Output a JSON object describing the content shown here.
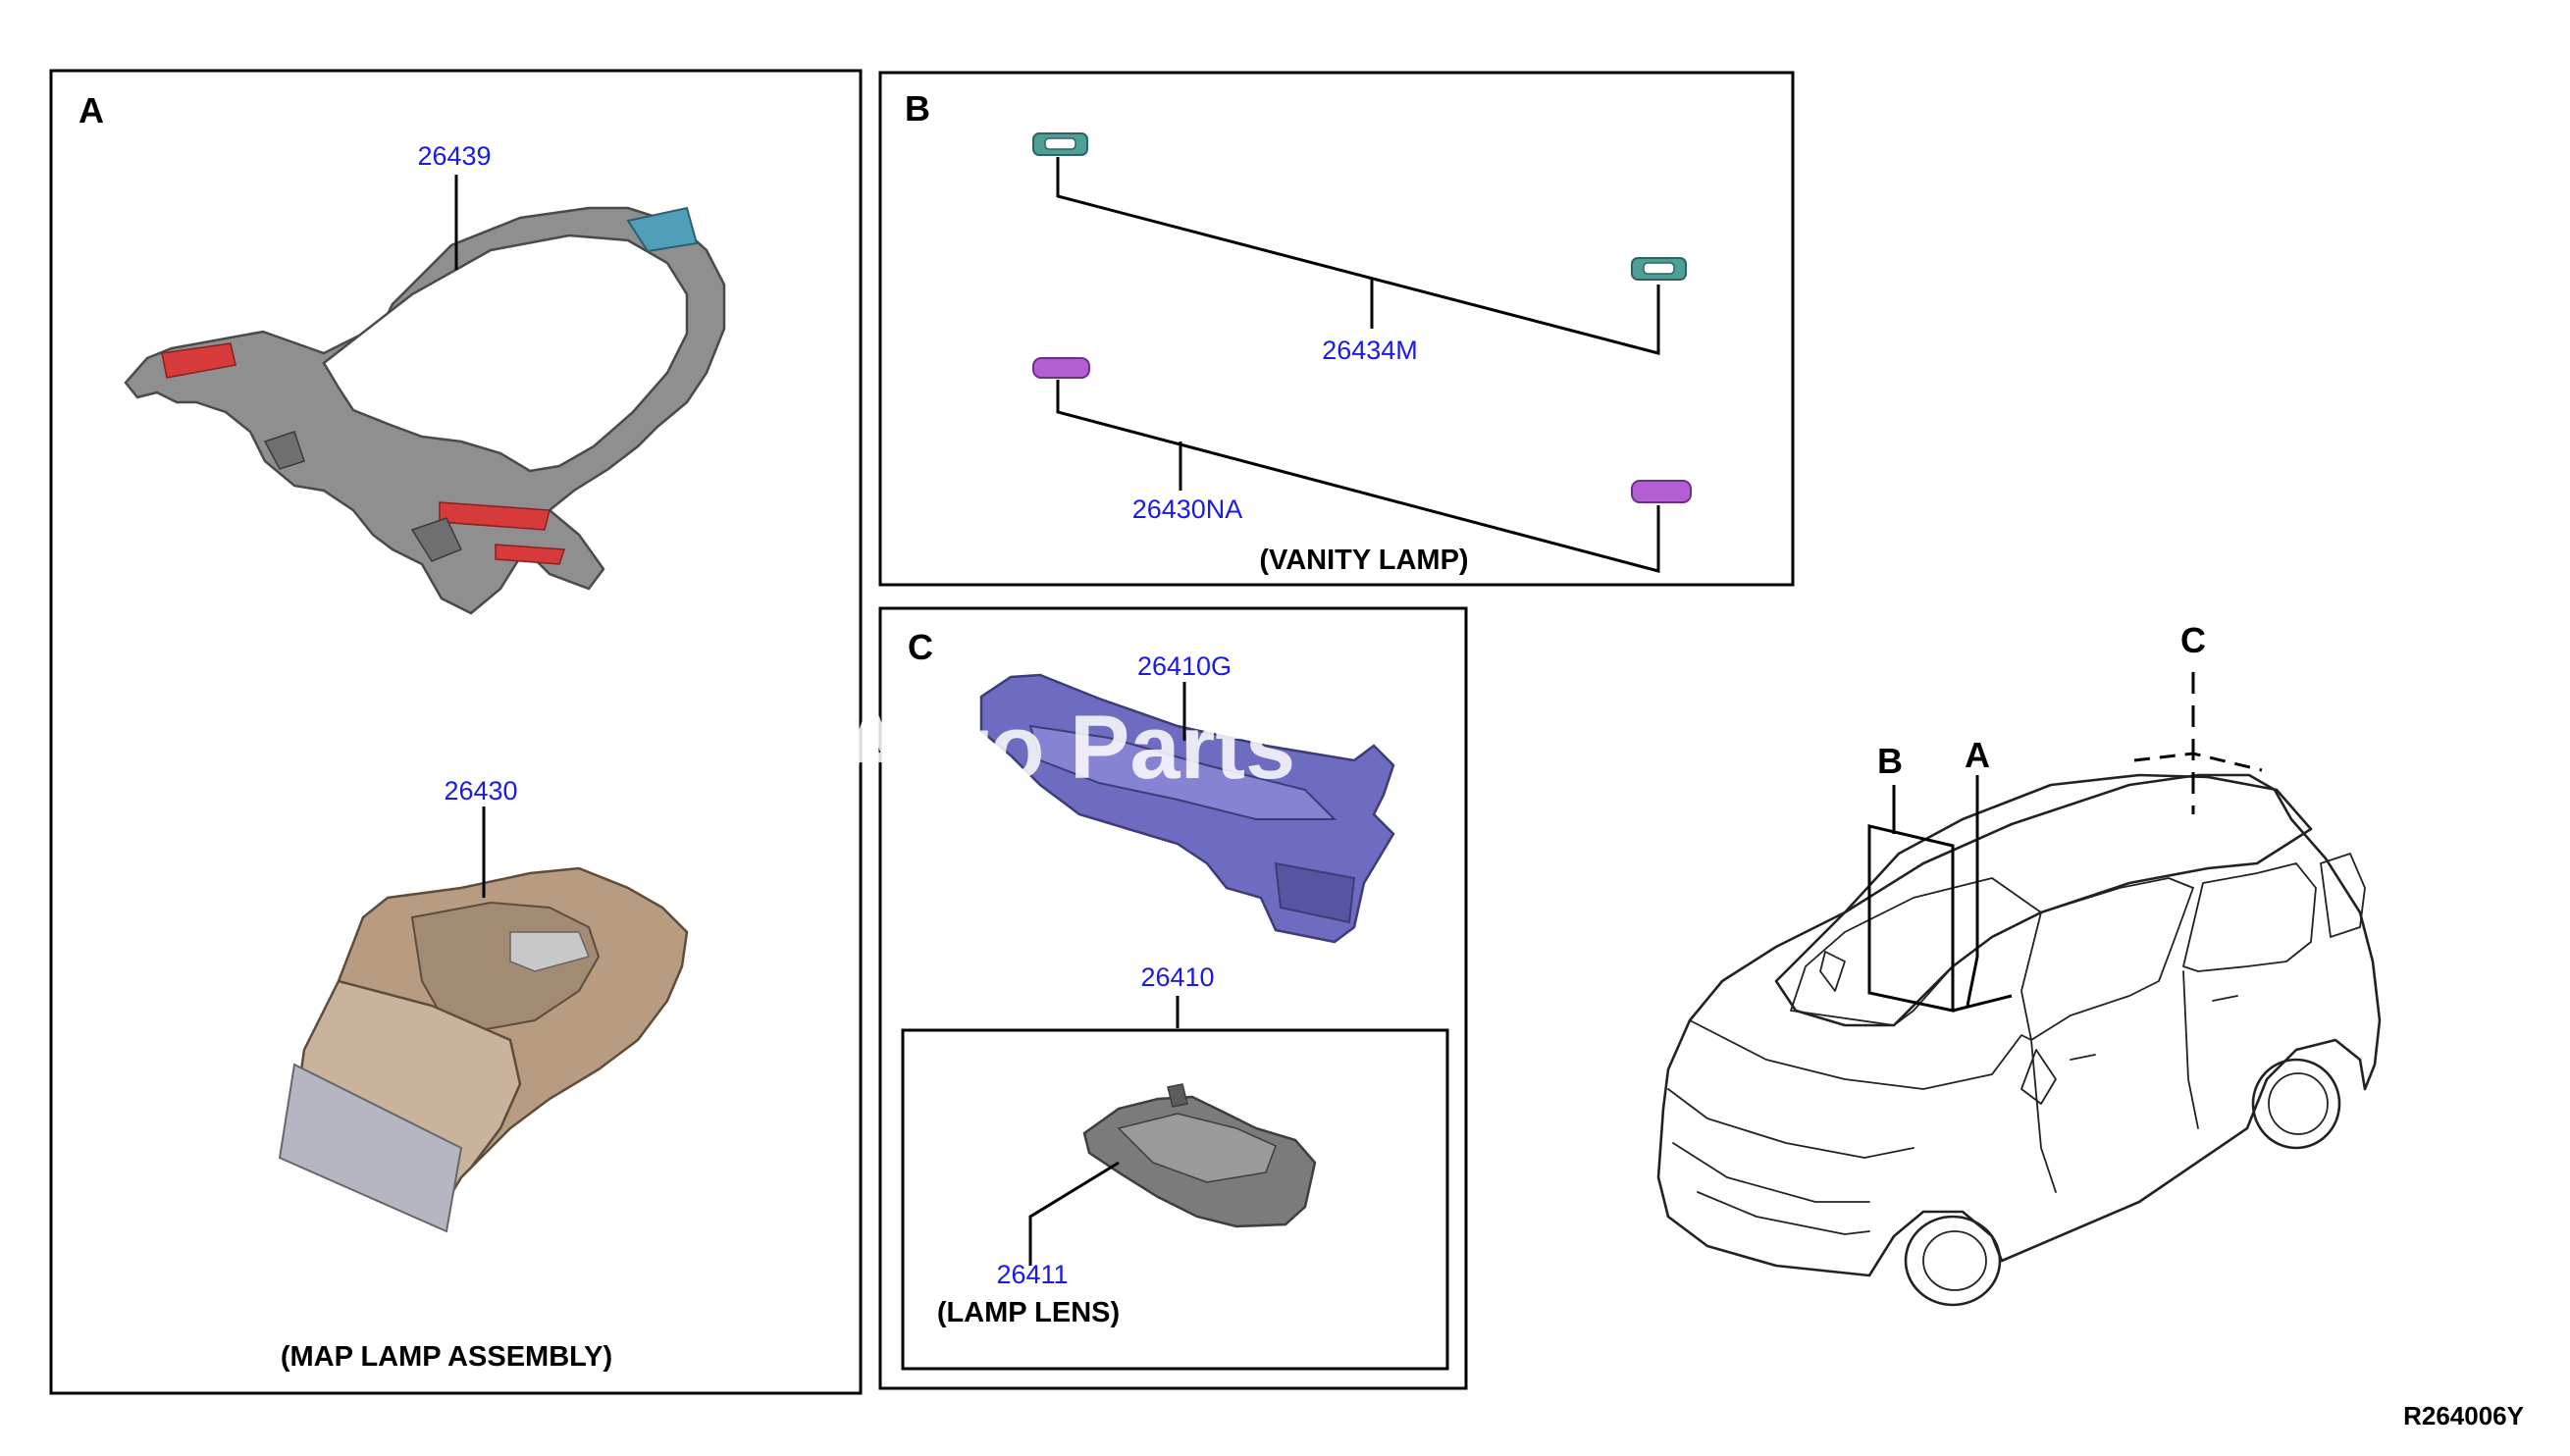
{
  "panels": {
    "a": {
      "letter": "A",
      "caption": "(MAP LAMP ASSEMBLY)",
      "part_top": "26439",
      "part_bottom": "26430"
    },
    "b": {
      "letter": "B",
      "caption": "(VANITY LAMP)",
      "part_upper": "26434M",
      "part_lower": "26430NA"
    },
    "c": {
      "letter": "C",
      "part_top": "26410G",
      "part_assembly": "26410",
      "part_lens": "26411",
      "lens_caption": "(LAMP LENS)"
    }
  },
  "vehicle_callouts": {
    "a": "A",
    "b": "B",
    "c": "C"
  },
  "watermark": "Auto Parts",
  "reference_code": "R264006Y",
  "colors": {
    "part_number_text": "#1a1ae6",
    "frame_gray": "#8f8f8f",
    "frame_red": "#d63a3a",
    "map_lamp_tan": "#b89c82",
    "housing_purple": "#6e6cc0",
    "vanity_teal": "#4e9e9a",
    "vanity_violet": "#b25fd4",
    "lens_gray": "#7b7b7b"
  }
}
